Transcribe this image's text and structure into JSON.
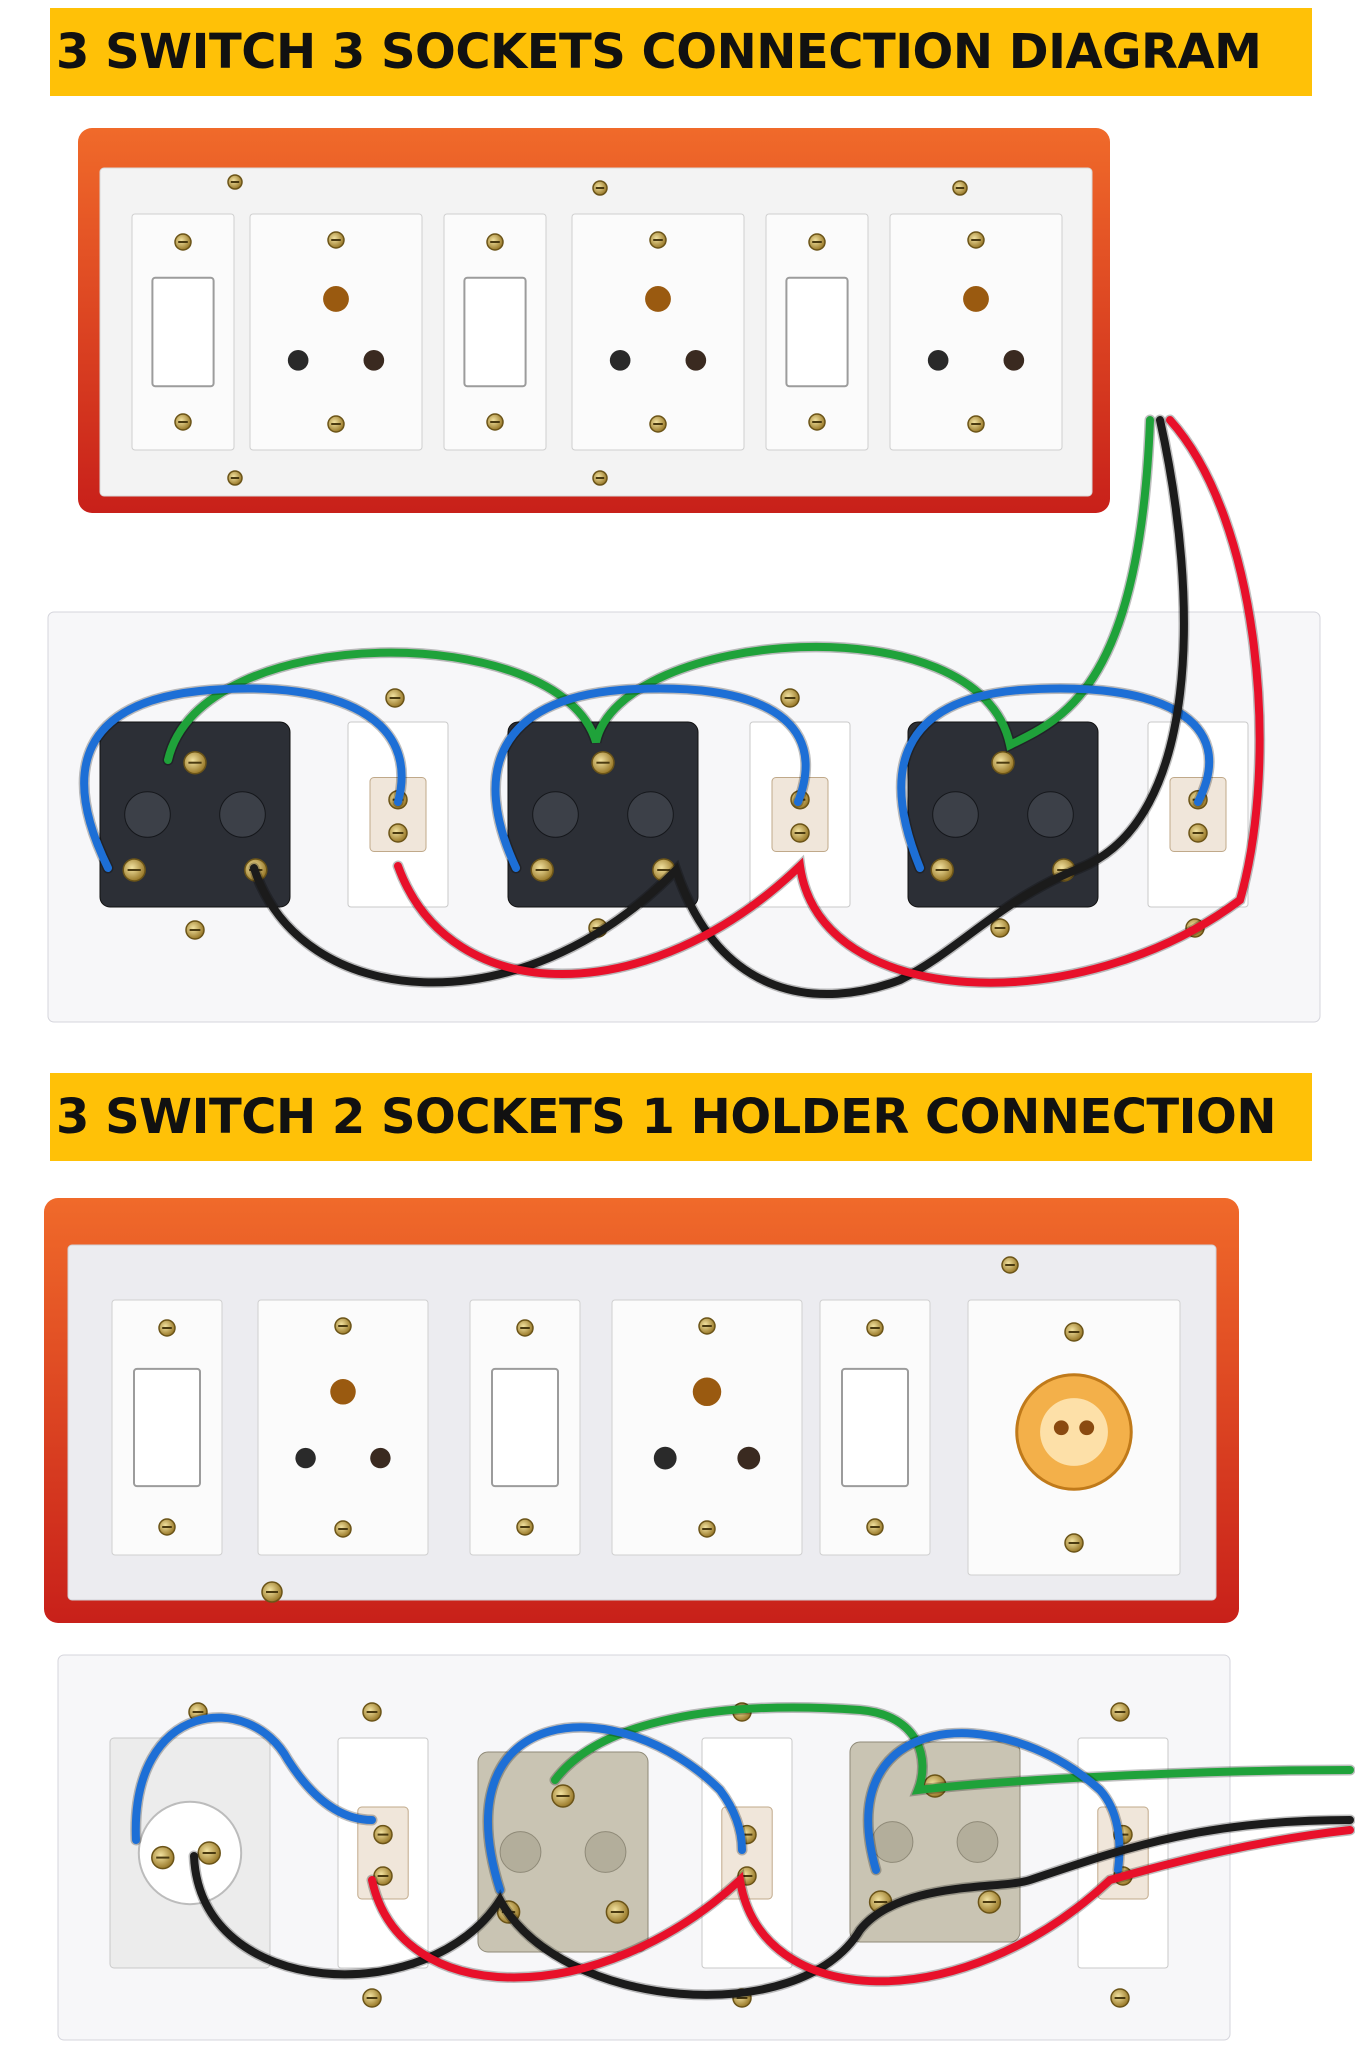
{
  "sections": [
    {
      "title": "3 SWITCH 3 SOCKETS CONNECTION DIAGRAM",
      "front_layout": [
        "switch",
        "socket",
        "switch",
        "socket",
        "switch",
        "socket"
      ],
      "back_layout": [
        "socket",
        "switch",
        "socket",
        "switch",
        "socket",
        "switch"
      ]
    },
    {
      "title": "3 SWITCH 2 SOCKETS 1 HOLDER CONNECTION",
      "front_layout": [
        "switch",
        "socket",
        "switch",
        "socket",
        "switch",
        "holder"
      ],
      "back_layout": [
        "holder",
        "switch",
        "socket",
        "switch",
        "socket",
        "switch"
      ]
    }
  ],
  "wire_colors": {
    "earth": "#1fa23a",
    "neutral": "#1b1b1b",
    "phase": "#e8102a",
    "link": "#1d6fd6"
  },
  "box_colors": {
    "frame": "#d7301f",
    "plate": "#f1f1f1",
    "board": "#f7f7f9"
  }
}
